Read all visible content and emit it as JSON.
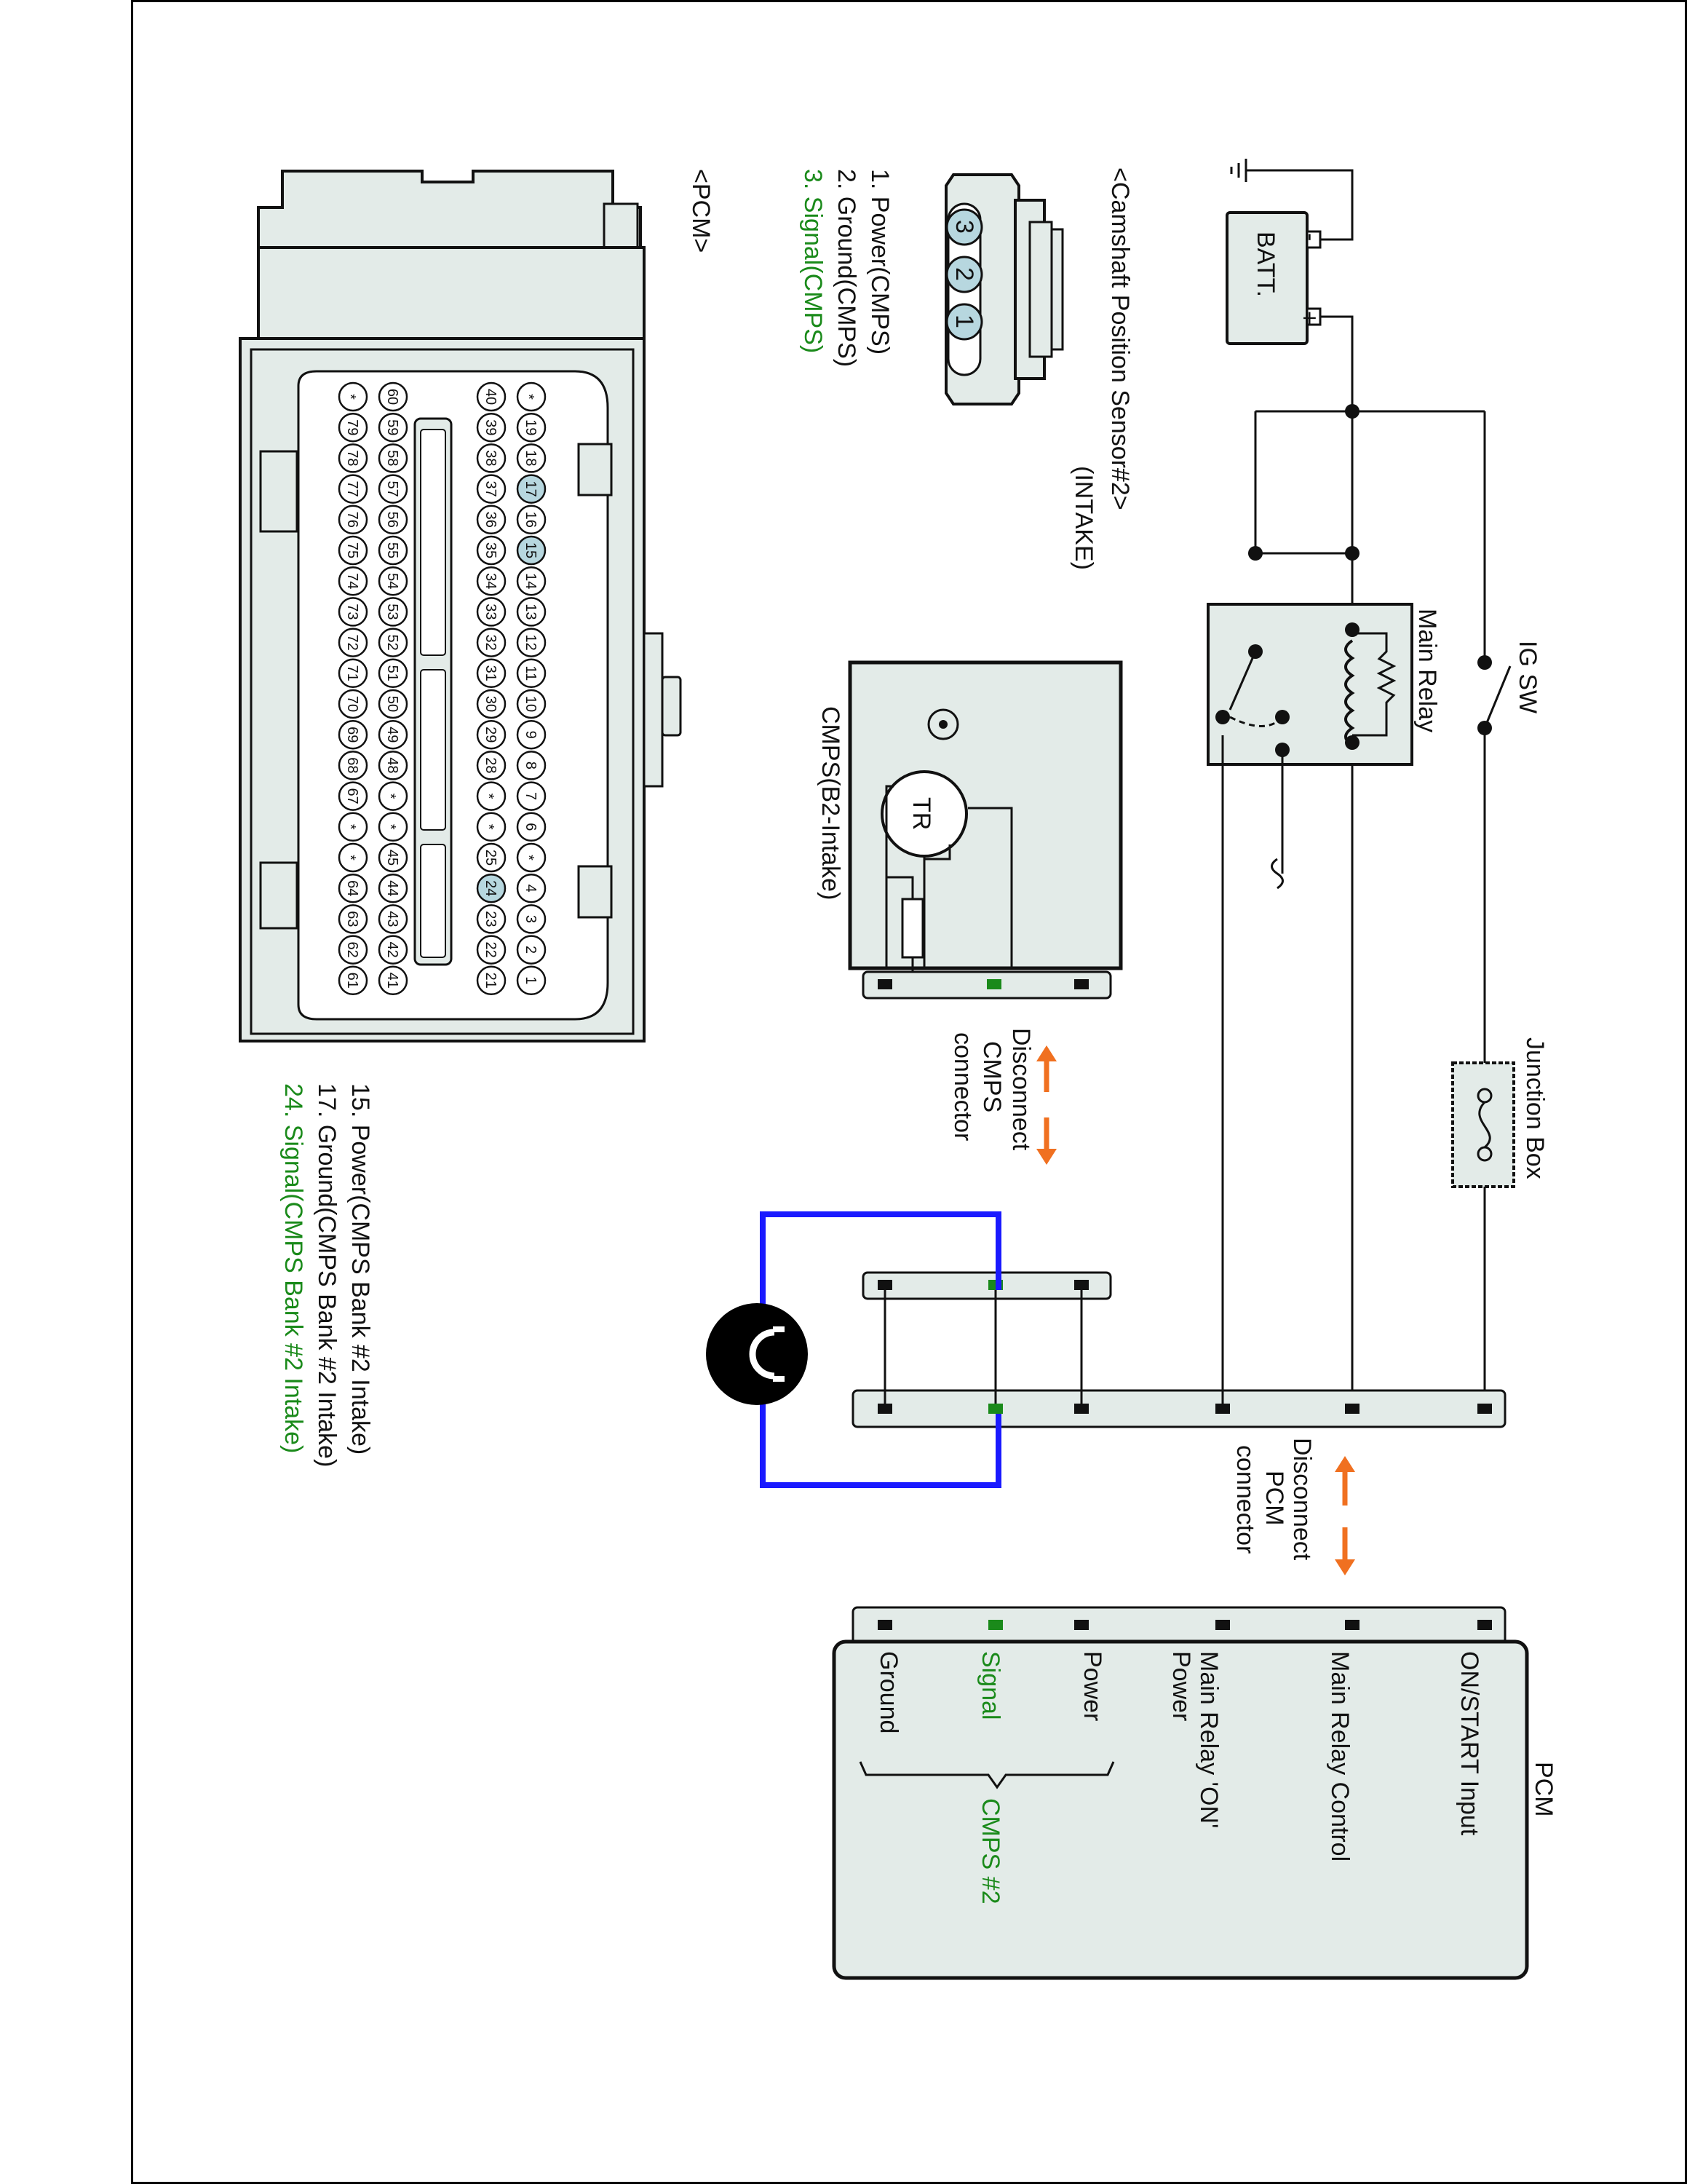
{
  "colors": {
    "signal": "#1a8a1a",
    "arrow": "#f07020",
    "meter_wire": "#1a1aff",
    "fill": "#e3ebe8",
    "pin_highlight": "#b7d7df"
  },
  "labels": {
    "ig_sw": "IG SW",
    "main_relay": "Main Relay",
    "junction_box": "Junction Box",
    "batt": "BATT.",
    "batt_minus": "-",
    "batt_plus": "+",
    "sensor_title_1": "<Camshaft Position Sensor#2>",
    "sensor_title_2": "(INTAKE)",
    "cmps_box": "CMPS(B2-Intake)",
    "tr": "TR",
    "disconnect_cmps": [
      "Disconnect",
      "CMPS",
      "connector"
    ],
    "disconnect_pcm": [
      "Disconnect",
      "PCM",
      "connector"
    ],
    "pcm_title": "PCM",
    "pcm_connector_title": "<PCM>"
  },
  "sensor_pins": [
    {
      "text": "1. Power(CMPS)",
      "signal": false
    },
    {
      "text": "2. Ground(CMPS)",
      "signal": false
    },
    {
      "text": "3. Signal(CMPS)",
      "signal": true
    }
  ],
  "sensor_pin_numbers": [
    "3",
    "2",
    "1"
  ],
  "pcm_terminals": [
    {
      "text": "ON/START Input",
      "signal": false
    },
    {
      "text": "Main Relay Control",
      "signal": false
    },
    {
      "text": [
        "Main Relay 'ON'",
        "Power"
      ],
      "signal": false
    },
    {
      "text": "Power",
      "signal": false
    },
    {
      "text": "Signal",
      "signal": true
    },
    {
      "text": "Ground",
      "signal": false
    }
  ],
  "cmps_group_label": "CMPS #2",
  "pcm_pins_legend": [
    {
      "text": "15. Power(CMPS Bank #2 Intake)",
      "signal": false
    },
    {
      "text": "17. Ground(CMPS Bank #2 Intake)",
      "signal": false
    },
    {
      "text": "24. Signal(CMPS Bank #2 Intake)",
      "signal": true
    }
  ],
  "pcm_pin_rows": [
    [
      "*",
      "19",
      "18",
      "17",
      "16",
      "15",
      "14",
      "13",
      "12",
      "11",
      "10",
      "9",
      "8",
      "7",
      "6",
      "*",
      "4",
      "3",
      "2",
      "1"
    ],
    [
      "40",
      "39",
      "38",
      "37",
      "36",
      "35",
      "34",
      "33",
      "32",
      "31",
      "30",
      "29",
      "28",
      "*",
      "*",
      "25",
      "24",
      "23",
      "22",
      "21"
    ],
    [
      "60",
      "59",
      "58",
      "57",
      "56",
      "55",
      "54",
      "53",
      "52",
      "51",
      "50",
      "49",
      "48",
      "*",
      "*",
      "45",
      "44",
      "43",
      "42",
      "41"
    ],
    [
      "*",
      "79",
      "78",
      "77",
      "76",
      "75",
      "74",
      "73",
      "72",
      "71",
      "70",
      "69",
      "68",
      "67",
      "*",
      "*",
      "64",
      "63",
      "62",
      "61"
    ]
  ],
  "pcm_pin_highlights": [
    "17",
    "15",
    "24"
  ]
}
